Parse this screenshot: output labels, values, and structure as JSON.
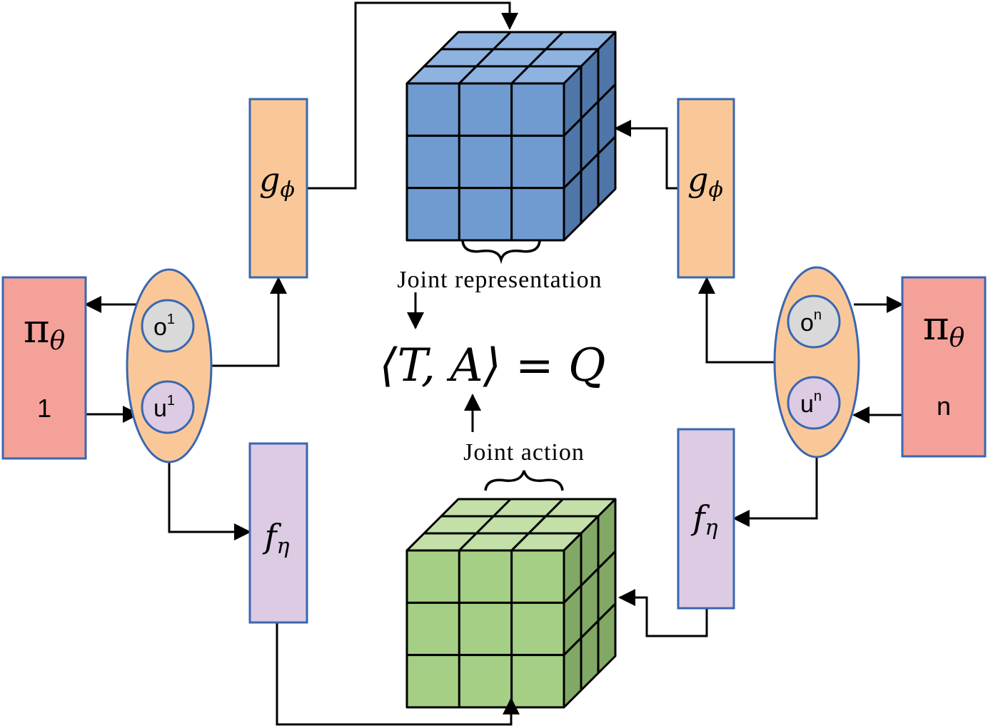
{
  "colors": {
    "orange": "#fac898",
    "red": "#f4a19a",
    "purple": "#dccbe3",
    "grey": "#d9d9d9",
    "blue_front": "#6f9bd0",
    "blue_top": "#8fb3e0",
    "blue_side": "#4f76a8",
    "green_front": "#a6cf86",
    "green_top": "#c2e0a8",
    "green_side": "#82a865",
    "box_border": "#3a67b0",
    "line": "#000000"
  },
  "left_agent": {
    "policy_symbol": "π",
    "policy_param": "θ",
    "policy_index": "1",
    "obs_base": "o",
    "obs_sup": "1",
    "act_base": "u",
    "act_sup": "1",
    "g_symbol": "g",
    "g_param": "ϕ",
    "f_symbol": "f",
    "f_param": "η"
  },
  "right_agent": {
    "policy_symbol": "π",
    "policy_param": "θ",
    "policy_index": "n",
    "obs_base": "o",
    "obs_sup": "n",
    "act_base": "u",
    "act_sup": "n",
    "g_symbol": "g",
    "g_param": "ϕ",
    "f_symbol": "f",
    "f_param": "η"
  },
  "center": {
    "joint_representation_label": "Joint representation",
    "joint_action_label": "Joint action",
    "equation": "⟨T, A⟩ = Q"
  }
}
